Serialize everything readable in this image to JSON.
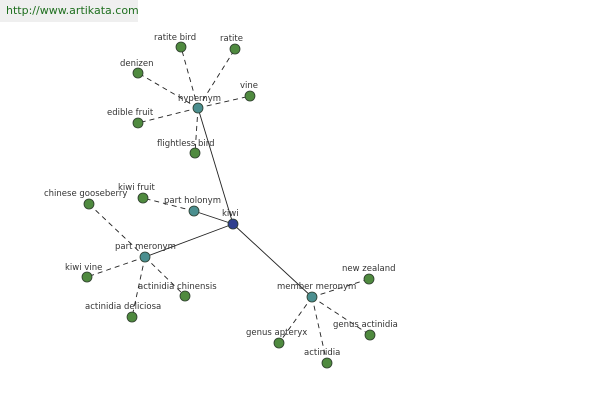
{
  "header": {
    "url": "http://www.artikata.com"
  },
  "colors": {
    "center": "#2f3f8f",
    "relation": "#4b8f8f",
    "leaf": "#4f8a3f"
  },
  "graph": {
    "nodes": [
      {
        "id": "kiwi",
        "label": "kiwi",
        "kind": "center"
      },
      {
        "id": "hypernym",
        "label": "hypernym",
        "kind": "relation"
      },
      {
        "id": "part-holonym",
        "label": "part holonym",
        "kind": "relation"
      },
      {
        "id": "part-meronym",
        "label": "part meronym",
        "kind": "relation"
      },
      {
        "id": "member-meronym",
        "label": "member meronym",
        "kind": "relation"
      },
      {
        "id": "ratite-bird",
        "label": "ratite bird",
        "kind": "leaf"
      },
      {
        "id": "ratite",
        "label": "ratite",
        "kind": "leaf"
      },
      {
        "id": "denizen",
        "label": "denizen",
        "kind": "leaf"
      },
      {
        "id": "vine",
        "label": "vine",
        "kind": "leaf"
      },
      {
        "id": "edible-fruit",
        "label": "edible fruit",
        "kind": "leaf"
      },
      {
        "id": "flightless-bird",
        "label": "flightless bird",
        "kind": "leaf"
      },
      {
        "id": "kiwi-fruit",
        "label": "kiwi fruit",
        "kind": "leaf"
      },
      {
        "id": "chinese-gooseberry",
        "label": "chinese gooseberry",
        "kind": "leaf"
      },
      {
        "id": "kiwi-vine",
        "label": "kiwi vine",
        "kind": "leaf"
      },
      {
        "id": "actinidia-chinensis",
        "label": "actinidia chinensis",
        "kind": "leaf"
      },
      {
        "id": "actinidia-deliciosa",
        "label": "actinidia deliciosa",
        "kind": "leaf"
      },
      {
        "id": "new-zealand",
        "label": "new zealand",
        "kind": "leaf"
      },
      {
        "id": "genus-actinidia",
        "label": "genus actinidia",
        "kind": "leaf"
      },
      {
        "id": "genus-apteryx",
        "label": "genus apteryx",
        "kind": "leaf"
      },
      {
        "id": "actinidia",
        "label": "actinidia",
        "kind": "leaf"
      }
    ],
    "edges": [
      {
        "from": "kiwi",
        "to": "hypernym",
        "style": "solid"
      },
      {
        "from": "kiwi",
        "to": "part-holonym",
        "style": "solid"
      },
      {
        "from": "kiwi",
        "to": "part-meronym",
        "style": "solid"
      },
      {
        "from": "kiwi",
        "to": "member-meronym",
        "style": "solid"
      },
      {
        "from": "hypernym",
        "to": "ratite-bird",
        "style": "dashed"
      },
      {
        "from": "hypernym",
        "to": "ratite",
        "style": "dashed"
      },
      {
        "from": "hypernym",
        "to": "denizen",
        "style": "dashed"
      },
      {
        "from": "hypernym",
        "to": "vine",
        "style": "dashed"
      },
      {
        "from": "hypernym",
        "to": "edible-fruit",
        "style": "dashed"
      },
      {
        "from": "hypernym",
        "to": "flightless-bird",
        "style": "dashed"
      },
      {
        "from": "part-holonym",
        "to": "kiwi-fruit",
        "style": "dashed"
      },
      {
        "from": "part-meronym",
        "to": "chinese-gooseberry",
        "style": "dashed"
      },
      {
        "from": "part-meronym",
        "to": "kiwi-vine",
        "style": "dashed"
      },
      {
        "from": "part-meronym",
        "to": "actinidia-chinensis",
        "style": "dashed"
      },
      {
        "from": "part-meronym",
        "to": "actinidia-deliciosa",
        "style": "dashed"
      },
      {
        "from": "member-meronym",
        "to": "new-zealand",
        "style": "dashed"
      },
      {
        "from": "member-meronym",
        "to": "genus-actinidia",
        "style": "dashed"
      },
      {
        "from": "member-meronym",
        "to": "genus-apteryx",
        "style": "dashed"
      },
      {
        "from": "member-meronym",
        "to": "actinidia",
        "style": "dashed"
      }
    ]
  }
}
